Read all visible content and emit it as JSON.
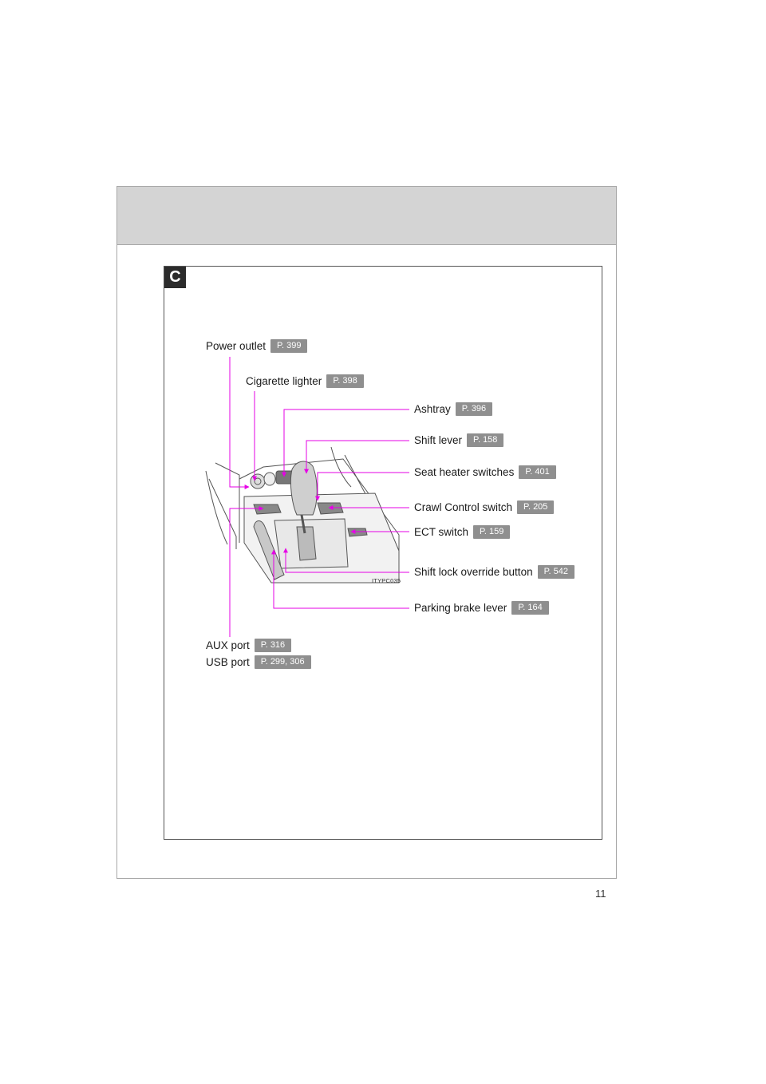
{
  "section": {
    "tag": "C"
  },
  "callouts": {
    "power_outlet": {
      "label": "Power outlet",
      "page": "P. 399"
    },
    "cig_lighter": {
      "label": "Cigarette lighter",
      "page": "P. 398"
    },
    "ashtray": {
      "label": "Ashtray",
      "page": "P. 396"
    },
    "shift_lever": {
      "label": "Shift lever",
      "page": "P. 158"
    },
    "seat_heater": {
      "label": "Seat heater switches",
      "page": "P. 401"
    },
    "crawl_control": {
      "label": "Crawl Control switch",
      "page": "P. 205"
    },
    "ect_switch": {
      "label": "ECT switch",
      "page": "P. 159"
    },
    "shift_lock": {
      "label": "Shift lock override button",
      "page": "P. 542"
    },
    "parking_brake": {
      "label": "Parking brake lever",
      "page": "P. 164"
    },
    "aux_port": {
      "label": "AUX port",
      "page": "P. 316"
    },
    "usb_port": {
      "label": "USB port",
      "page": "P. 299, 306"
    }
  },
  "photo_code": "ITYPC035",
  "page_number": "11",
  "colors": {
    "leader": "#e600e6",
    "badge": "#8f8f8f",
    "header_band": "#d4d4d4"
  }
}
